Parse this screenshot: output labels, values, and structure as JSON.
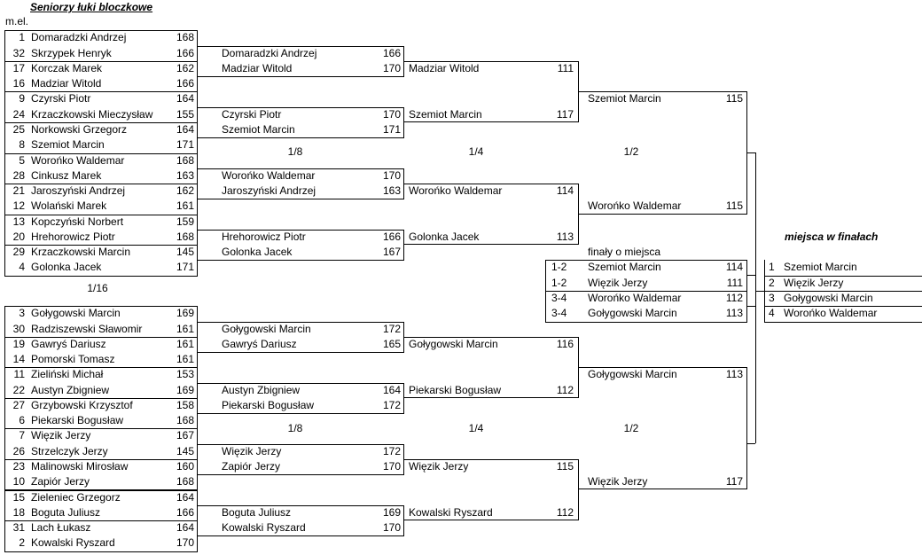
{
  "title": "Seniorzy łuki bloczkowe",
  "mel_label": "m.el.",
  "round_labels": {
    "r16": "1/16",
    "r8": "1/8",
    "r4": "1/4",
    "r2": "1/2"
  },
  "top_half": {
    "r16": [
      {
        "seed": "1",
        "name": "Domaradzki Andrzej",
        "score": "168"
      },
      {
        "seed": "32",
        "name": "Skrzypek Henryk",
        "score": "166"
      },
      {
        "seed": "17",
        "name": "Korczak Marek",
        "score": "162"
      },
      {
        "seed": "16",
        "name": "Madziar Witold",
        "score": "166"
      },
      {
        "seed": "9",
        "name": "Czyrski Piotr",
        "score": "164"
      },
      {
        "seed": "24",
        "name": "Krzaczkowski Mieczysław",
        "score": "155"
      },
      {
        "seed": "25",
        "name": "Norkowski Grzegorz",
        "score": "164"
      },
      {
        "seed": "8",
        "name": "Szemiot Marcin",
        "score": "171"
      },
      {
        "seed": "5",
        "name": "Worońko Waldemar",
        "score": "168"
      },
      {
        "seed": "28",
        "name": "Cinkusz Marek",
        "score": "163"
      },
      {
        "seed": "21",
        "name": "Jaroszyński Andrzej",
        "score": "162"
      },
      {
        "seed": "12",
        "name": "Wolański Marek",
        "score": "161"
      },
      {
        "seed": "13",
        "name": "Kopczyński Norbert",
        "score": "159"
      },
      {
        "seed": "20",
        "name": "Hrehorowicz Piotr",
        "score": "168"
      },
      {
        "seed": "29",
        "name": "Krzaczkowski Marcin",
        "score": "145"
      },
      {
        "seed": "4",
        "name": "Golonka Jacek",
        "score": "171"
      }
    ],
    "r8": [
      {
        "name": "Domaradzki Andrzej",
        "score": "166"
      },
      {
        "name": "Madziar Witold",
        "score": "170"
      },
      {
        "name": "Czyrski Piotr",
        "score": "170"
      },
      {
        "name": "Szemiot Marcin",
        "score": "171"
      },
      {
        "name": "Worońko Waldemar",
        "score": "170"
      },
      {
        "name": "Jaroszyński Andrzej",
        "score": "163"
      },
      {
        "name": "Hrehorowicz Piotr",
        "score": "166"
      },
      {
        "name": "Golonka Jacek",
        "score": "167"
      }
    ],
    "r4": [
      {
        "name": "Madziar Witold",
        "score": "111"
      },
      {
        "name": "Szemiot Marcin",
        "score": "117"
      },
      {
        "name": "Worońko Waldemar",
        "score": "114"
      },
      {
        "name": "Golonka Jacek",
        "score": "113"
      }
    ],
    "r2": [
      {
        "name": "Szemiot Marcin",
        "score": "115"
      },
      {
        "name": "Worońko Waldemar",
        "score": "115"
      }
    ]
  },
  "bottom_half": {
    "r16": [
      {
        "seed": "3",
        "name": "Gołygowski Marcin",
        "score": "169"
      },
      {
        "seed": "30",
        "name": "Radziszewski Sławomir",
        "score": "161"
      },
      {
        "seed": "19",
        "name": "Gawryś Dariusz",
        "score": "161"
      },
      {
        "seed": "14",
        "name": "Pomorski Tomasz",
        "score": "161"
      },
      {
        "seed": "11",
        "name": "Zieliński Michał",
        "score": "153"
      },
      {
        "seed": "22",
        "name": "Austyn Zbigniew",
        "score": "169"
      },
      {
        "seed": "27",
        "name": "Grzybowski Krzysztof",
        "score": "158"
      },
      {
        "seed": "6",
        "name": "Piekarski Bogusław",
        "score": "168"
      },
      {
        "seed": "7",
        "name": "Więzik Jerzy",
        "score": "167"
      },
      {
        "seed": "26",
        "name": "Strzelczyk Jerzy",
        "score": "145"
      },
      {
        "seed": "23",
        "name": "Malinowski Mirosław",
        "score": "160"
      },
      {
        "seed": "10",
        "name": "Zapiór Jerzy",
        "score": "168"
      },
      {
        "seed": "15",
        "name": "Zieleniec Grzegorz",
        "score": "164"
      },
      {
        "seed": "18",
        "name": "Boguta Juliusz",
        "score": "166"
      },
      {
        "seed": "31",
        "name": "Lach Łukasz",
        "score": "164"
      },
      {
        "seed": "2",
        "name": "Kowalski Ryszard",
        "score": "170"
      }
    ],
    "r8": [
      {
        "name": "Gołygowski Marcin",
        "score": "172"
      },
      {
        "name": "Gawryś Dariusz",
        "score": "165"
      },
      {
        "name": "Austyn Zbigniew",
        "score": "164"
      },
      {
        "name": "Piekarski Bogusław",
        "score": "172"
      },
      {
        "name": "Więzik Jerzy",
        "score": "172"
      },
      {
        "name": "Zapiór Jerzy",
        "score": "170"
      },
      {
        "name": "Boguta Juliusz",
        "score": "169"
      },
      {
        "name": "Kowalski Ryszard",
        "score": "170"
      }
    ],
    "r4": [
      {
        "name": "Gołygowski Marcin",
        "score": "116"
      },
      {
        "name": "Piekarski Bogusław",
        "score": "112"
      },
      {
        "name": "Więzik Jerzy",
        "score": "115"
      },
      {
        "name": "Kowalski Ryszard",
        "score": "112"
      }
    ],
    "r2": [
      {
        "name": "Gołygowski Marcin",
        "score": "113"
      },
      {
        "name": "Więzik Jerzy",
        "score": "117"
      }
    ]
  },
  "finals": {
    "label": "finały o miejsca",
    "matches": [
      {
        "place": "1-2",
        "name": "Szemiot Marcin",
        "score": "114"
      },
      {
        "place": "1-2",
        "name": "Więzik Jerzy",
        "score": "111"
      },
      {
        "place": "3-4",
        "name": "Worońko Waldemar",
        "score": "112"
      },
      {
        "place": "3-4",
        "name": "Gołygowski Marcin",
        "score": "113"
      }
    ]
  },
  "places": {
    "title": "miejsca w finałach",
    "items": [
      {
        "rank": "1",
        "name": "Szemiot Marcin"
      },
      {
        "rank": "2",
        "name": "Więzik Jerzy"
      },
      {
        "rank": "3",
        "name": "Gołygowski Marcin"
      },
      {
        "rank": "4",
        "name": "Worońko Waldemar"
      }
    ]
  }
}
